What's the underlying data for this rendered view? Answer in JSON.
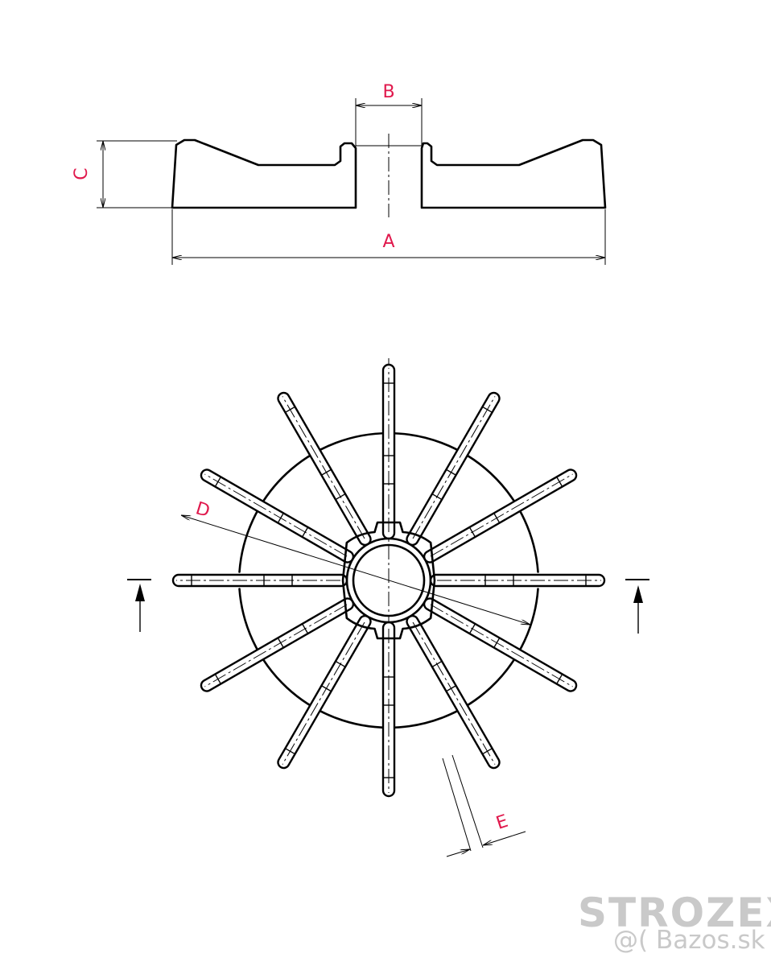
{
  "dimensions": {
    "A": "A",
    "B": "B",
    "C": "C",
    "D": "D",
    "E": "E"
  },
  "watermark": {
    "brand": "STROZEX",
    "site": "@( Bazos.sk"
  },
  "drawing": {
    "ink_color": "#000000",
    "label_color": "#e0184c",
    "spoke_count": 12
  }
}
